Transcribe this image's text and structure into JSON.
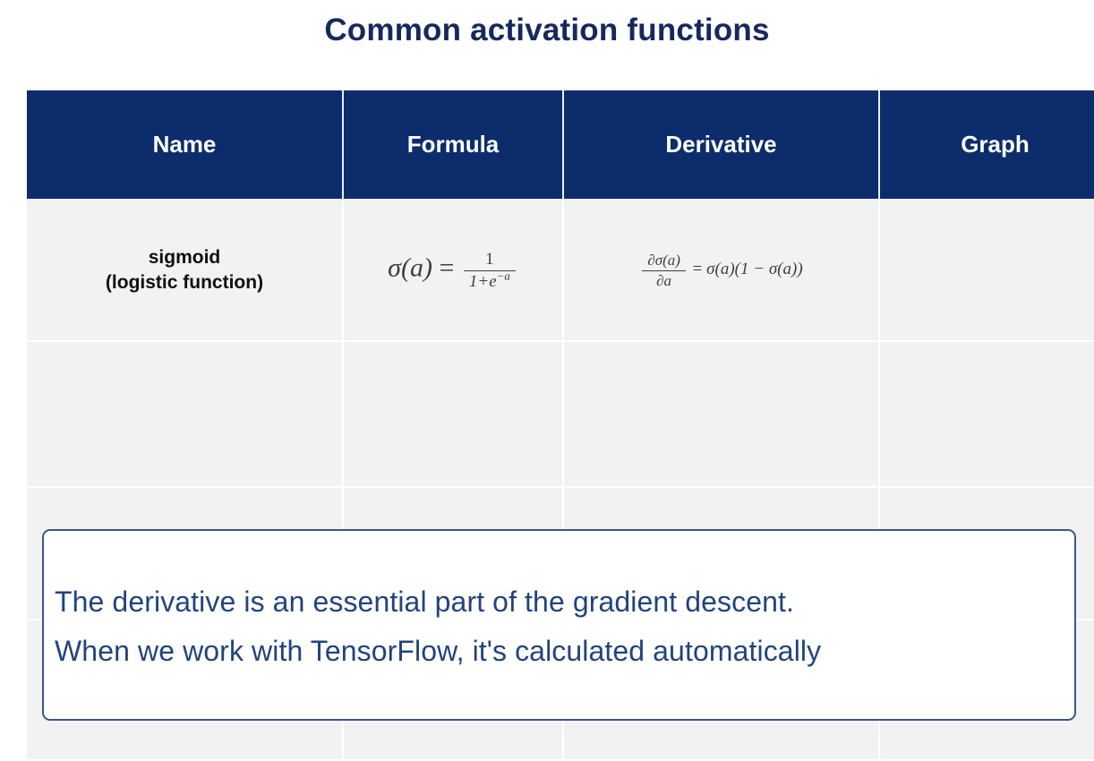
{
  "slide": {
    "title": "Common activation functions",
    "title_color": "#16295e",
    "background": "#ffffff"
  },
  "table": {
    "header_background": "#0c2c6b",
    "header_text_color": "#ffffff",
    "cell_background": "#f2f2f2",
    "gridline_color": "#ffffff",
    "columns": [
      {
        "key": "name",
        "label": "Name"
      },
      {
        "key": "formula",
        "label": "Formula"
      },
      {
        "key": "derivative",
        "label": "Derivative"
      },
      {
        "key": "graph",
        "label": "Graph"
      }
    ],
    "rows": [
      {
        "name_line1": "sigmoid",
        "name_line2": "(logistic function)",
        "formula_plain": "σ(a) = 1 / (1 + e^(-a))",
        "formula": {
          "lhs": "σ(a)",
          "equals": "=",
          "numerator": "1",
          "denominator_base": "1+e",
          "denominator_exponent": "−a"
        },
        "derivative_plain": "∂σ(a)/∂a = σ(a)(1 − σ(a))",
        "derivative": {
          "numerator": "∂σ(a)",
          "denominator": "∂a",
          "equals": "=",
          "rhs": "σ(a)(1 − σ(a))"
        },
        "graph": ""
      },
      {
        "name_line1": "",
        "name_line2": "",
        "formula_plain": "",
        "derivative_plain": "",
        "graph": ""
      },
      {
        "name_line1": "",
        "name_line2": "",
        "formula_plain": "",
        "derivative_plain": "",
        "graph": ""
      },
      {
        "name_line1": "",
        "name_line2": "",
        "formula_plain": "",
        "derivative_plain": "",
        "graph": ""
      }
    ]
  },
  "callout": {
    "text": "The derivative is an essential part of the gradient descent.\nWhen we work with TensorFlow, it's calculated automatically",
    "line1": "The derivative is an essential part of the gradient descent.",
    "line2": "When we work with TensorFlow, it's calculated automatically",
    "text_color": "#22447e",
    "border_color": "#3c5491",
    "background": "#ffffff"
  }
}
